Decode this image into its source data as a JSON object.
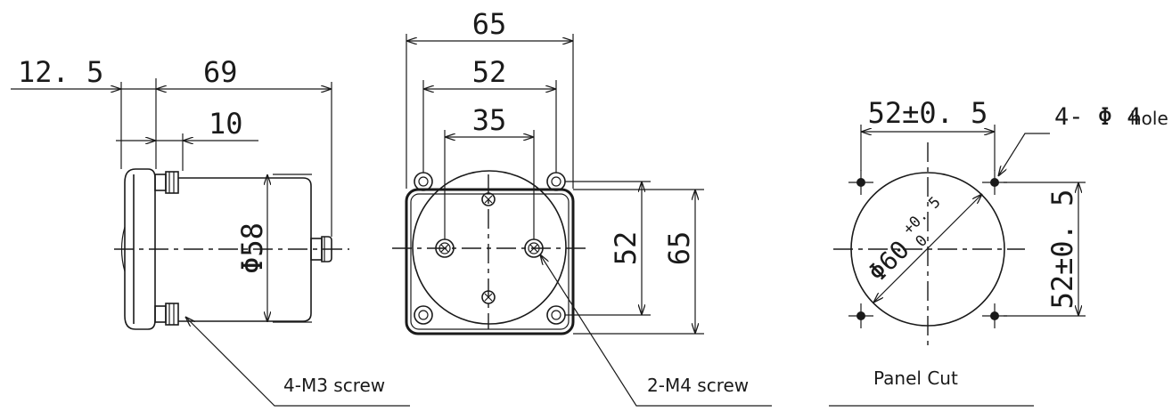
{
  "side_view": {
    "dim_front_bezel": "12. 5",
    "dim_body_depth": "69",
    "dim_terminal_offset": "10",
    "dim_body_diameter": "Φ58",
    "callout_screw": "4-M3 screw"
  },
  "front_view": {
    "dim_width_outer": "65",
    "dim_hole_spacing": "52",
    "dim_screw_spacing": "35",
    "dim_height_holes": "52",
    "dim_height_outer": "65",
    "callout_screw": "2-M4 screw"
  },
  "panel_cut": {
    "dim_hole_spacing_h": "52±0. 5",
    "dim_hole_spacing_v": "52±0. 5",
    "hole_callout_prefix": "4- Φ 4",
    "hole_callout_suffix": "hole",
    "dim_cut_diameter": "Φ60",
    "tol_upper": "+0. 5",
    "tol_lower": "0",
    "caption": "Panel Cut"
  }
}
